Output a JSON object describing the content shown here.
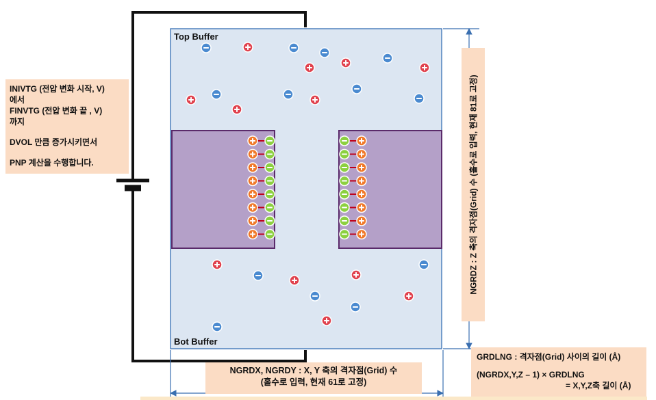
{
  "left_note": {
    "lines": [
      "INIVTG (전압 변화 시작, V)",
      "에서",
      "FINVTG (전압 변화 끝 , V)",
      "까지",
      "DVOL 만큼 증가시키면서",
      "PNP 계산을 수행합니다."
    ]
  },
  "buffers": {
    "top": "Top Buffer",
    "bottom": "Bot Buffer"
  },
  "bottom_note": {
    "line1": "NGRDX, NGRDY : X, Y 축의 격자점(Grid) 수",
    "line2": "(홀수로 입력, 현재 61로 고정)"
  },
  "right_note": {
    "line1": "GRDLNG : 격자점(Grid) 사이의 길이 (Å)",
    "line2": "(NGRDX,Y,Z – 1) × GRDLNG",
    "line3": "= X,Y,Z축 길이 (Å)"
  },
  "vertical_note": {
    "text": "NGRDZ : Z 축의 격자점(Grid) 수 (홀수로 입력, 현재 81로 고정)"
  },
  "colors": {
    "box_fill": "#dce6f2",
    "box_border": "#4f81bd",
    "membrane_fill": "#b4a0c8",
    "membrane_border": "#5a2a6a",
    "cation": "#e0404c",
    "anion": "#4a8ad0",
    "charge_plus": "#f07828",
    "charge_minus": "#8cd040",
    "note_fill": "#fbdcc4"
  }
}
